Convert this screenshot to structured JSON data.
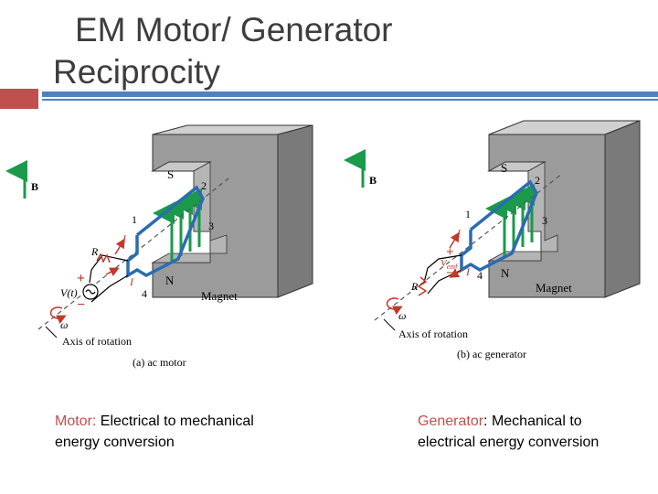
{
  "title": {
    "line1": "EM Motor/ Generator",
    "line2": "Reciprocity"
  },
  "colors": {
    "title_text": "#3d3d3d",
    "accent_red": "#c0504d",
    "accent_blue": "#4f81bd",
    "coil_blue": "#2b6cb0",
    "arrow_green": "#1a9a4a",
    "magnet_grey": "#9b9b9b"
  },
  "left_figure": {
    "field_label": "B",
    "pole_top": "S",
    "pole_bottom": "N",
    "magnet_label": "Magnet",
    "corner_1": "1",
    "corner_2": "2",
    "corner_3": "3",
    "corner_4": "4",
    "resistor_label": "R",
    "current_upper": "I",
    "current_lower": "I",
    "source_label": "V(t)",
    "plus": "+",
    "minus": "−",
    "omega": "ω",
    "axis_label": "Axis of rotation",
    "subcaption": "(a)  ac motor"
  },
  "right_figure": {
    "field_label": "B",
    "pole_top": "S",
    "pole_bottom": "N",
    "magnet_label": "Magnet",
    "corner_1": "1",
    "corner_2": "2",
    "corner_3": "3",
    "corner_4": "4",
    "resistor_label": "R",
    "current_upper": "I",
    "current_lower": "I",
    "emf_label": "V",
    "emf_sub": "emf",
    "plus": "+",
    "minus": "−",
    "omega": "ω",
    "axis_label": "Axis of rotation",
    "subcaption": "(b)  ac generator"
  },
  "captions": {
    "motor_keyword": "Motor:",
    "motor_text": "  Electrical to mechanical energy conversion",
    "generator_keyword": "Generator",
    "generator_colon": ":",
    "generator_text": "  Mechanical to electrical energy conversion"
  }
}
